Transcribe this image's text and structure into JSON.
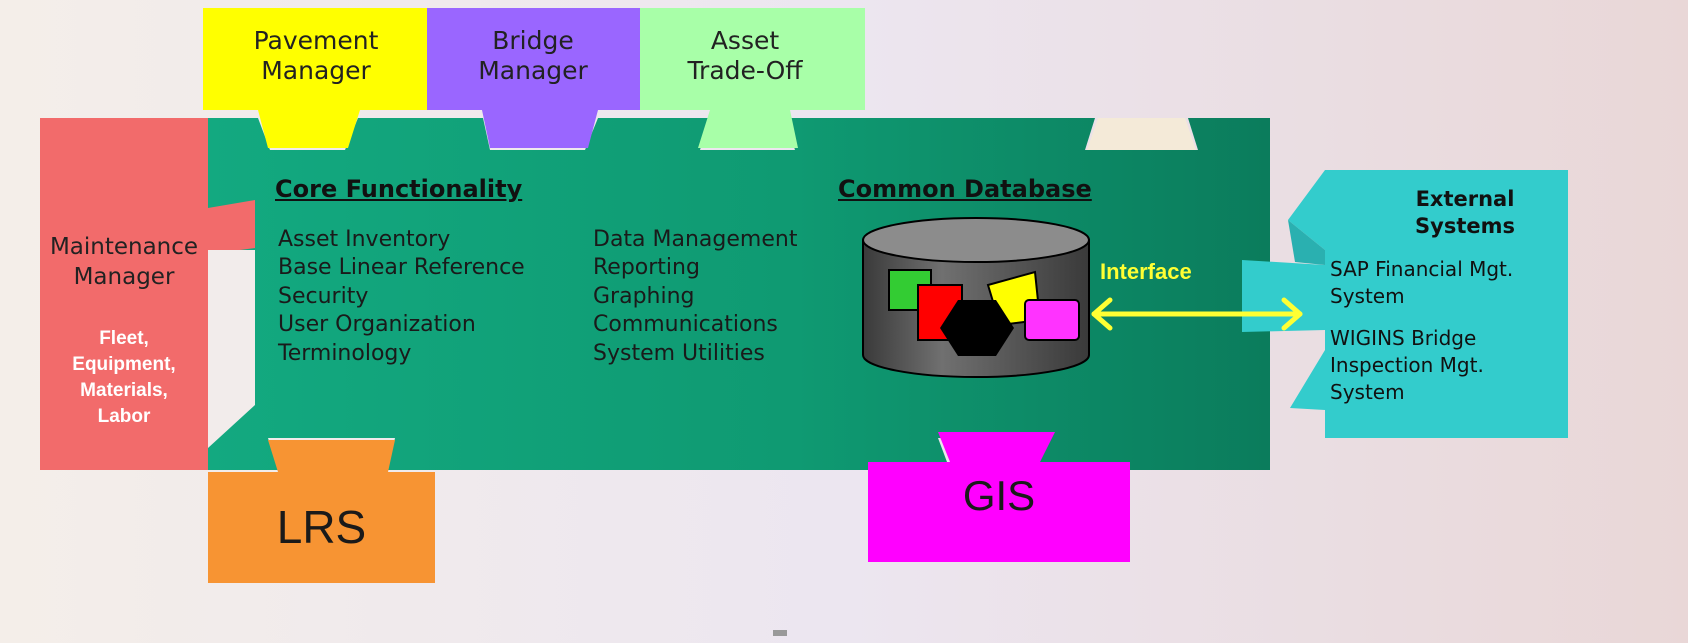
{
  "modules": {
    "pavement_manager": "Pavement\nManager",
    "bridge_manager": "Bridge\nManager",
    "asset_tradeoff": "Asset\nTrade-Off",
    "maintenance_manager": "Maintenance\nManager",
    "maintenance_details": "Fleet,\nEquipment,\nMaterials,\nLabor",
    "lrs": "LRS",
    "gis": "GIS"
  },
  "core": {
    "heading": "Core Functionality",
    "column1": [
      "Asset Inventory",
      "Base Linear Reference",
      "Security",
      "User Organization",
      "Terminology"
    ],
    "column2": [
      "Data Management",
      "Reporting",
      "Graphing",
      "Communications",
      "System Utilities"
    ]
  },
  "database": {
    "heading": "Common Database"
  },
  "interface": {
    "label": "Interface"
  },
  "external": {
    "title": "External\nSystems",
    "items": [
      "SAP Financial Mgt.\nSystem",
      "WIGINS Bridge\nInspection Mgt.\nSystem"
    ]
  },
  "colors": {
    "core_green": "#0f9a72",
    "pavement": "#ffff00",
    "bridge": "#9a66ff",
    "asset": "#a8ffa8",
    "maintenance": "#f26b6b",
    "lrs": "#f79433",
    "gis": "#ff00ff",
    "external": "#33cccc",
    "interface_arrow": "#ffff33"
  }
}
